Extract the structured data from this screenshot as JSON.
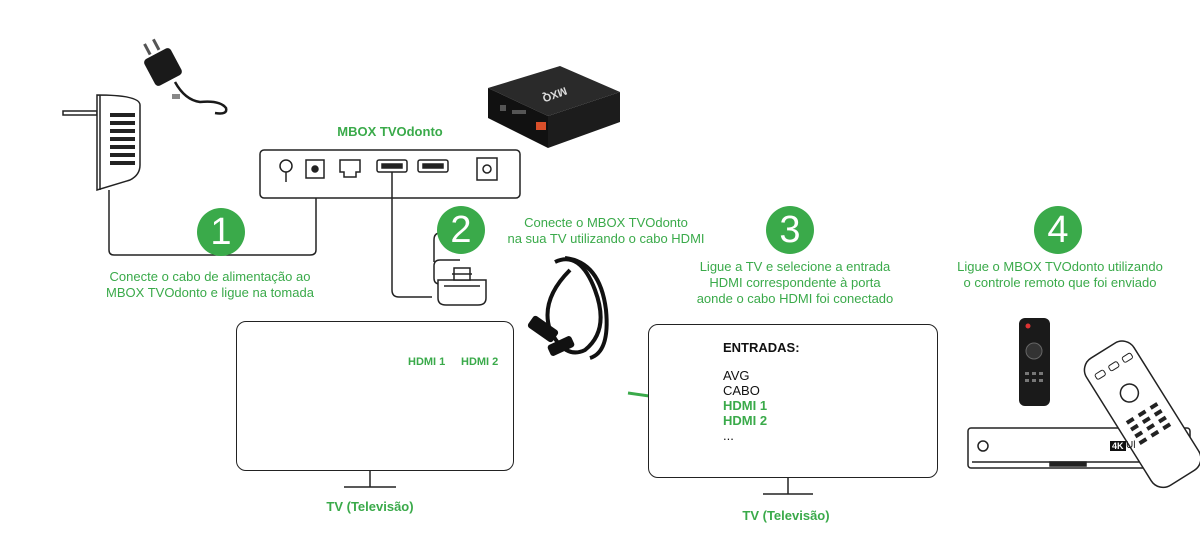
{
  "colors": {
    "accent": "#3aaa4a",
    "line": "#222222"
  },
  "box_title": "MBOX TVOdonto",
  "device_logo": "MXQ",
  "steps": [
    {
      "number": "1",
      "lines": [
        "Conecte o cabo de alimentação ao",
        "MBOX TVOdonto e ligue na tomada"
      ]
    },
    {
      "number": "2",
      "lines": [
        "Conecte o MBOX TVOdonto",
        "na sua TV utilizando o cabo HDMI"
      ]
    },
    {
      "number": "3",
      "lines": [
        "Ligue a TV e selecione a entrada",
        "HDMI correspondente à porta",
        "aonde o cabo HDMI foi conectado"
      ]
    },
    {
      "number": "4",
      "lines": [
        "Ligue o MBOX TVOdonto utilizando",
        "o controle remoto que foi enviado"
      ]
    }
  ],
  "tv1": {
    "label": "TV (Televisão)",
    "ports": [
      "HDMI 1",
      "HDMI 2"
    ]
  },
  "tv2": {
    "label": "TV (Televisão)",
    "menu_title": "ENTRADAS:",
    "inputs": [
      {
        "text": "AVG",
        "highlight": false
      },
      {
        "text": "CABO",
        "highlight": false
      },
      {
        "text": "HDMI 1",
        "highlight": true
      },
      {
        "text": "HDMI 2",
        "highlight": true
      },
      {
        "text": "...",
        "highlight": false
      }
    ]
  },
  "receiver_badge": "4K",
  "receiver_text": "Ul"
}
